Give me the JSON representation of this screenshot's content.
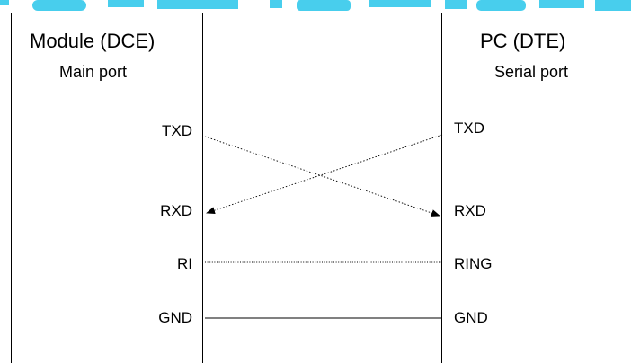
{
  "colors": {
    "watermark": "#29c6ea",
    "line": "#000000",
    "background": "#ffffff"
  },
  "left_device": {
    "title": "Module  (DCE)",
    "subtitle": "Main port",
    "pins": [
      "TXD",
      "RXD",
      "RI",
      "GND"
    ]
  },
  "right_device": {
    "title": "PC (DTE)",
    "subtitle": "Serial port",
    "pins": [
      "TXD",
      "RXD",
      "RING",
      "GND"
    ]
  },
  "connections": [
    {
      "from": "Module TXD",
      "to": "PC RXD",
      "style": "dotted",
      "arrow": "end"
    },
    {
      "from": "PC TXD",
      "to": "Module RXD",
      "style": "dotted",
      "arrow": "end"
    },
    {
      "from": "Module RI",
      "to": "PC RING",
      "style": "dotted",
      "arrow": "none"
    },
    {
      "from": "Module GND",
      "to": "PC GND",
      "style": "solid",
      "arrow": "none"
    }
  ]
}
